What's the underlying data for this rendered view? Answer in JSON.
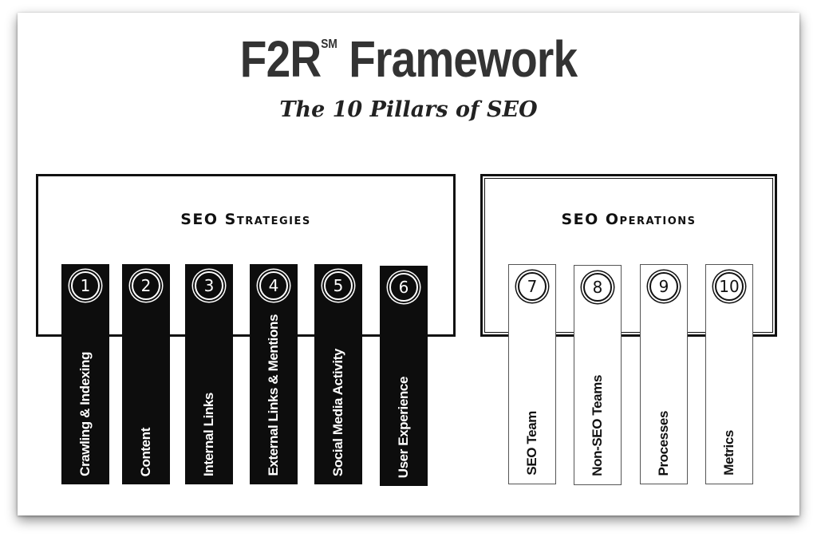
{
  "title": {
    "main": "F2R",
    "superscript": "SM",
    "rest": " Framework"
  },
  "subtitle": "The 10 Pillars of SEO",
  "groups": {
    "strategies": {
      "label": "SEO Strategies"
    },
    "operations": {
      "label": "SEO Operations"
    }
  },
  "colors": {
    "dark_pillar": "#0d0d0d",
    "light_pillar": "#ffffff",
    "text": "#333333"
  },
  "pillars": {
    "strategies": [
      {
        "number": "1",
        "label": "Crawling & Indexing"
      },
      {
        "number": "2",
        "label": "Content"
      },
      {
        "number": "3",
        "label": "Internal Links"
      },
      {
        "number": "4",
        "label": "External Links & Mentions"
      },
      {
        "number": "5",
        "label": "Social Media Activity"
      },
      {
        "number": "6",
        "label": "User Experience"
      }
    ],
    "operations": [
      {
        "number": "7",
        "label": "SEO Team"
      },
      {
        "number": "8",
        "label": "Non-SEO Teams"
      },
      {
        "number": "9",
        "label": "Processes"
      },
      {
        "number": "10",
        "label": "Metrics"
      }
    ]
  }
}
